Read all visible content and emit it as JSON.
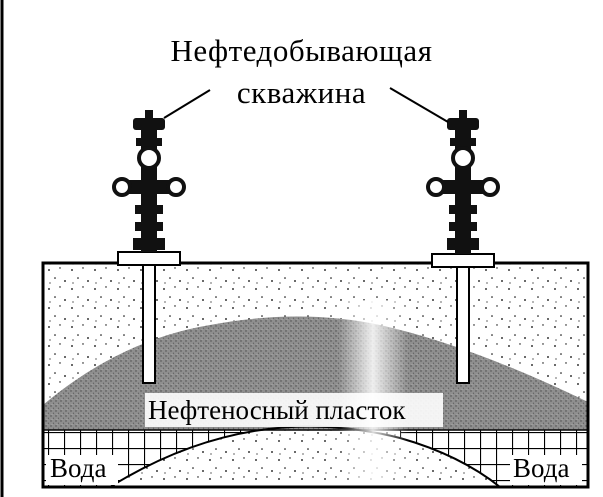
{
  "diagram": {
    "title_line1": "Нефтедобывающая",
    "title_line2": "скважина",
    "oil_layer_label": "Нефтеносный пласток",
    "water_left_label": "Вода",
    "water_right_label": "Вода"
  },
  "colors": {
    "ink": "#000000",
    "oil": "#8a8a8a",
    "background": "#ffffff"
  }
}
